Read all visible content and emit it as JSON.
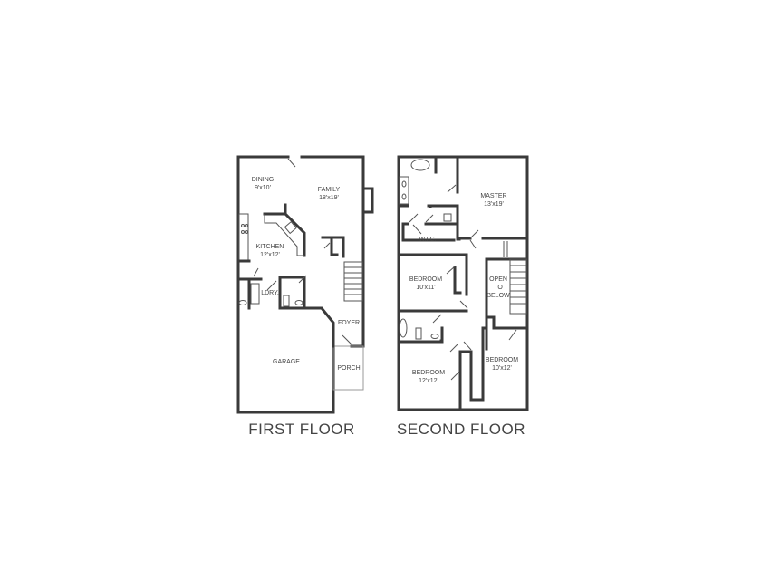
{
  "first_floor": {
    "title": "FIRST FLOOR",
    "rooms": [
      {
        "name": "DINING",
        "size": "9'x10'"
      },
      {
        "name": "FAMILY",
        "size": "18'x19'"
      },
      {
        "name": "KITCHEN",
        "size": "12'x12'"
      },
      {
        "name": "LDRY.",
        "size": ""
      },
      {
        "name": "FOYER",
        "size": ""
      },
      {
        "name": "GARAGE",
        "size": ""
      },
      {
        "name": "PORCH",
        "size": ""
      }
    ]
  },
  "second_floor": {
    "title": "SECOND FLOOR",
    "rooms": [
      {
        "name": "MASTER",
        "size": "13'x19'"
      },
      {
        "name": "W.I.C.",
        "size": ""
      },
      {
        "name": "BEDROOM",
        "size": "10'x11'"
      },
      {
        "name": "OPEN",
        "size": "TO"
      },
      {
        "name": "BELOW",
        "size": ""
      },
      {
        "name": "BEDROOM",
        "size": "10'x12'"
      },
      {
        "name": "BEDROOM",
        "size": "12'x12'"
      }
    ]
  }
}
